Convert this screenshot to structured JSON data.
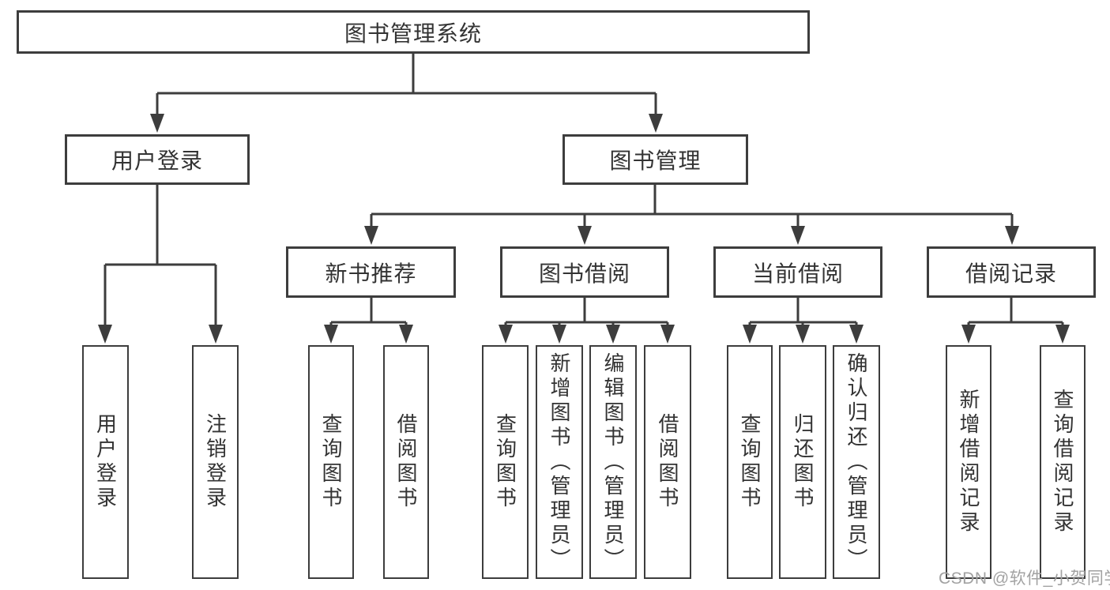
{
  "watermark": "CSDN @软件_小贺同学",
  "tree": {
    "label": "图书管理系统",
    "children": [
      {
        "label": "用户登录",
        "children": [
          {
            "label": "用户登录"
          },
          {
            "label": "注销登录"
          }
        ]
      },
      {
        "label": "图书管理",
        "children": [
          {
            "label": "新书推荐",
            "children": [
              {
                "label": "查询图书"
              },
              {
                "label": "借阅图书"
              }
            ]
          },
          {
            "label": "图书借阅",
            "children": [
              {
                "label": "查询图书"
              },
              {
                "label": "新增图书（管理员）"
              },
              {
                "label": "编辑图书（管理员）"
              },
              {
                "label": "借阅图书"
              }
            ]
          },
          {
            "label": "当前借阅",
            "children": [
              {
                "label": "查询图书"
              },
              {
                "label": "归还图书"
              },
              {
                "label": "确认归还（管理员）"
              }
            ]
          },
          {
            "label": "借阅记录",
            "children": [
              {
                "label": "新增借阅记录"
              },
              {
                "label": "查询借阅记录"
              }
            ]
          }
        ]
      }
    ]
  },
  "colors": {
    "line": "#3d3d3d",
    "text": "#333333",
    "watermark": "#a2a2a2"
  }
}
